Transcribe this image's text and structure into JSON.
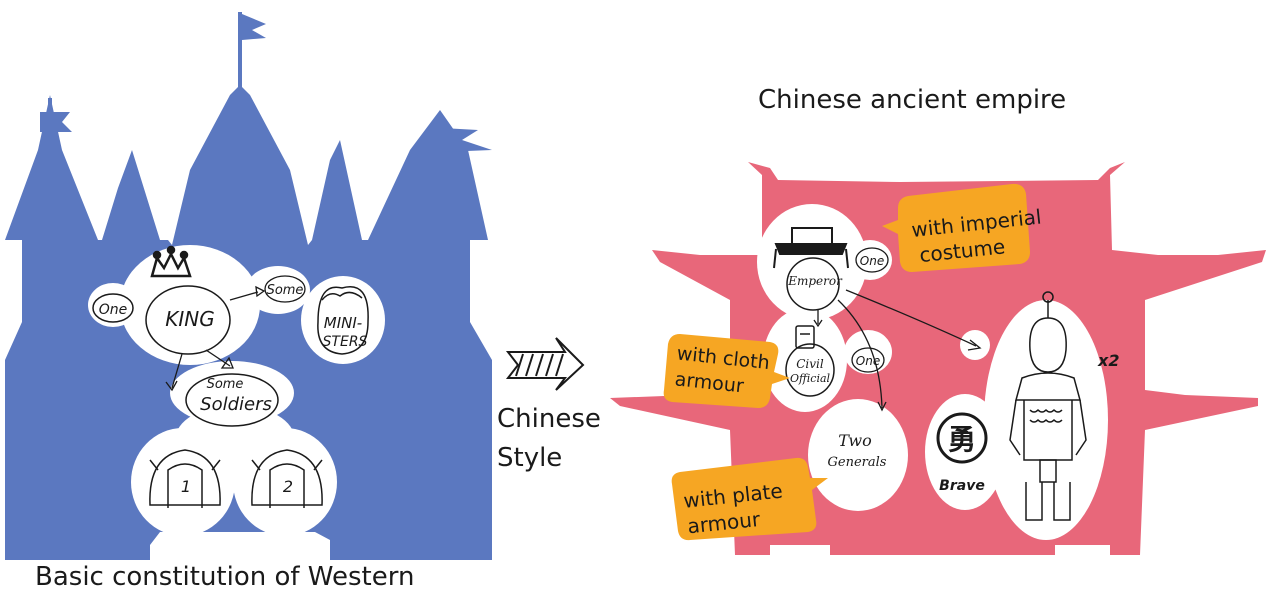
{
  "colors": {
    "castle_blue": "#5B78C0",
    "palace_red": "#E8677A",
    "callout_orange": "#F6A623",
    "ink": "#1a1a1a"
  },
  "left": {
    "caption": "Basic constitution of Western",
    "sketch": {
      "one": "One",
      "king": "KING",
      "some_ministers": "Some",
      "ministers_line1": "MINI-",
      "ministers_line2": "STERS",
      "soldiers_some": "Some",
      "soldiers": "Soldiers",
      "soldier_1": "1",
      "soldier_2": "2"
    },
    "icons": [
      "crown-icon",
      "soldier-helmet-icon",
      "minister-head-icon"
    ]
  },
  "middle": {
    "line1": "Chinese",
    "line2": "Style",
    "icon": "striped-arrow-icon"
  },
  "right": {
    "title": "Chinese ancient empire",
    "callouts": {
      "imperial_line1": "with imperial",
      "imperial_line2": "costume",
      "cloth_line1": "with cloth",
      "cloth_line2": "armour",
      "plate_line1": "with plate",
      "plate_line2": "armour"
    },
    "sketch": {
      "emperor": "Emperor",
      "one_top": "One",
      "civil_line1": "Civil",
      "civil_line2": "Official",
      "one_mid": "One",
      "two_line1": "Two",
      "two_line2": "Generals",
      "brave_char": "勇",
      "brave": "Brave",
      "times_two": "x2"
    },
    "icons": [
      "graduation-cap-icon",
      "scroll-icon",
      "brave-badge-icon",
      "armored-general-icon"
    ]
  }
}
